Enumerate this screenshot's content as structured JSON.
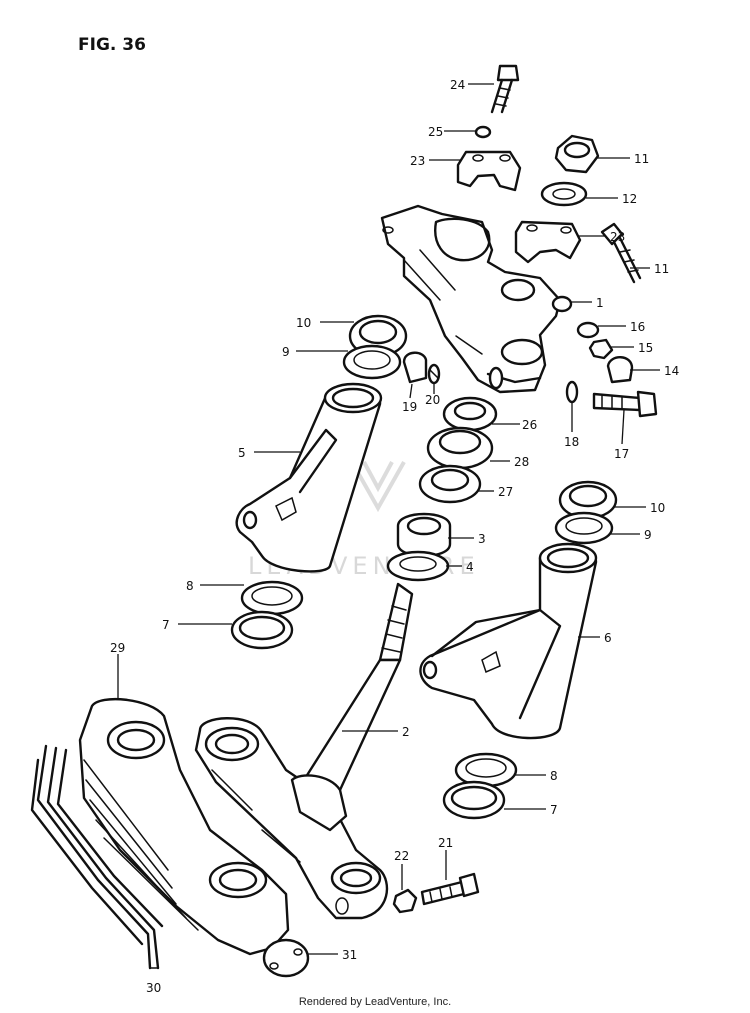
{
  "figure_label": "FIG. 36",
  "watermark": "LEADVENTURE",
  "credit": "Rendered by LeadVenture, Inc.",
  "callouts": {
    "c24": "24",
    "c25": "25",
    "c23a": "23",
    "c11a": "11",
    "c12": "12",
    "c23b": "23",
    "c11b": "11",
    "c1": "1",
    "c10a": "10",
    "c16": "16",
    "c9a": "9",
    "c15": "15",
    "c14": "14",
    "c19": "19",
    "c20": "20",
    "c18": "18",
    "c17": "17",
    "c26": "26",
    "c5": "5",
    "c28": "28",
    "c27": "27",
    "c10b": "10",
    "c3": "3",
    "c9b": "9",
    "c4": "4",
    "c8a": "8",
    "c7a": "7",
    "c6": "6",
    "c29": "29",
    "c2": "2",
    "c8b": "8",
    "c7b": "7",
    "c22": "22",
    "c21": "21",
    "c31": "31",
    "c30": "30"
  }
}
